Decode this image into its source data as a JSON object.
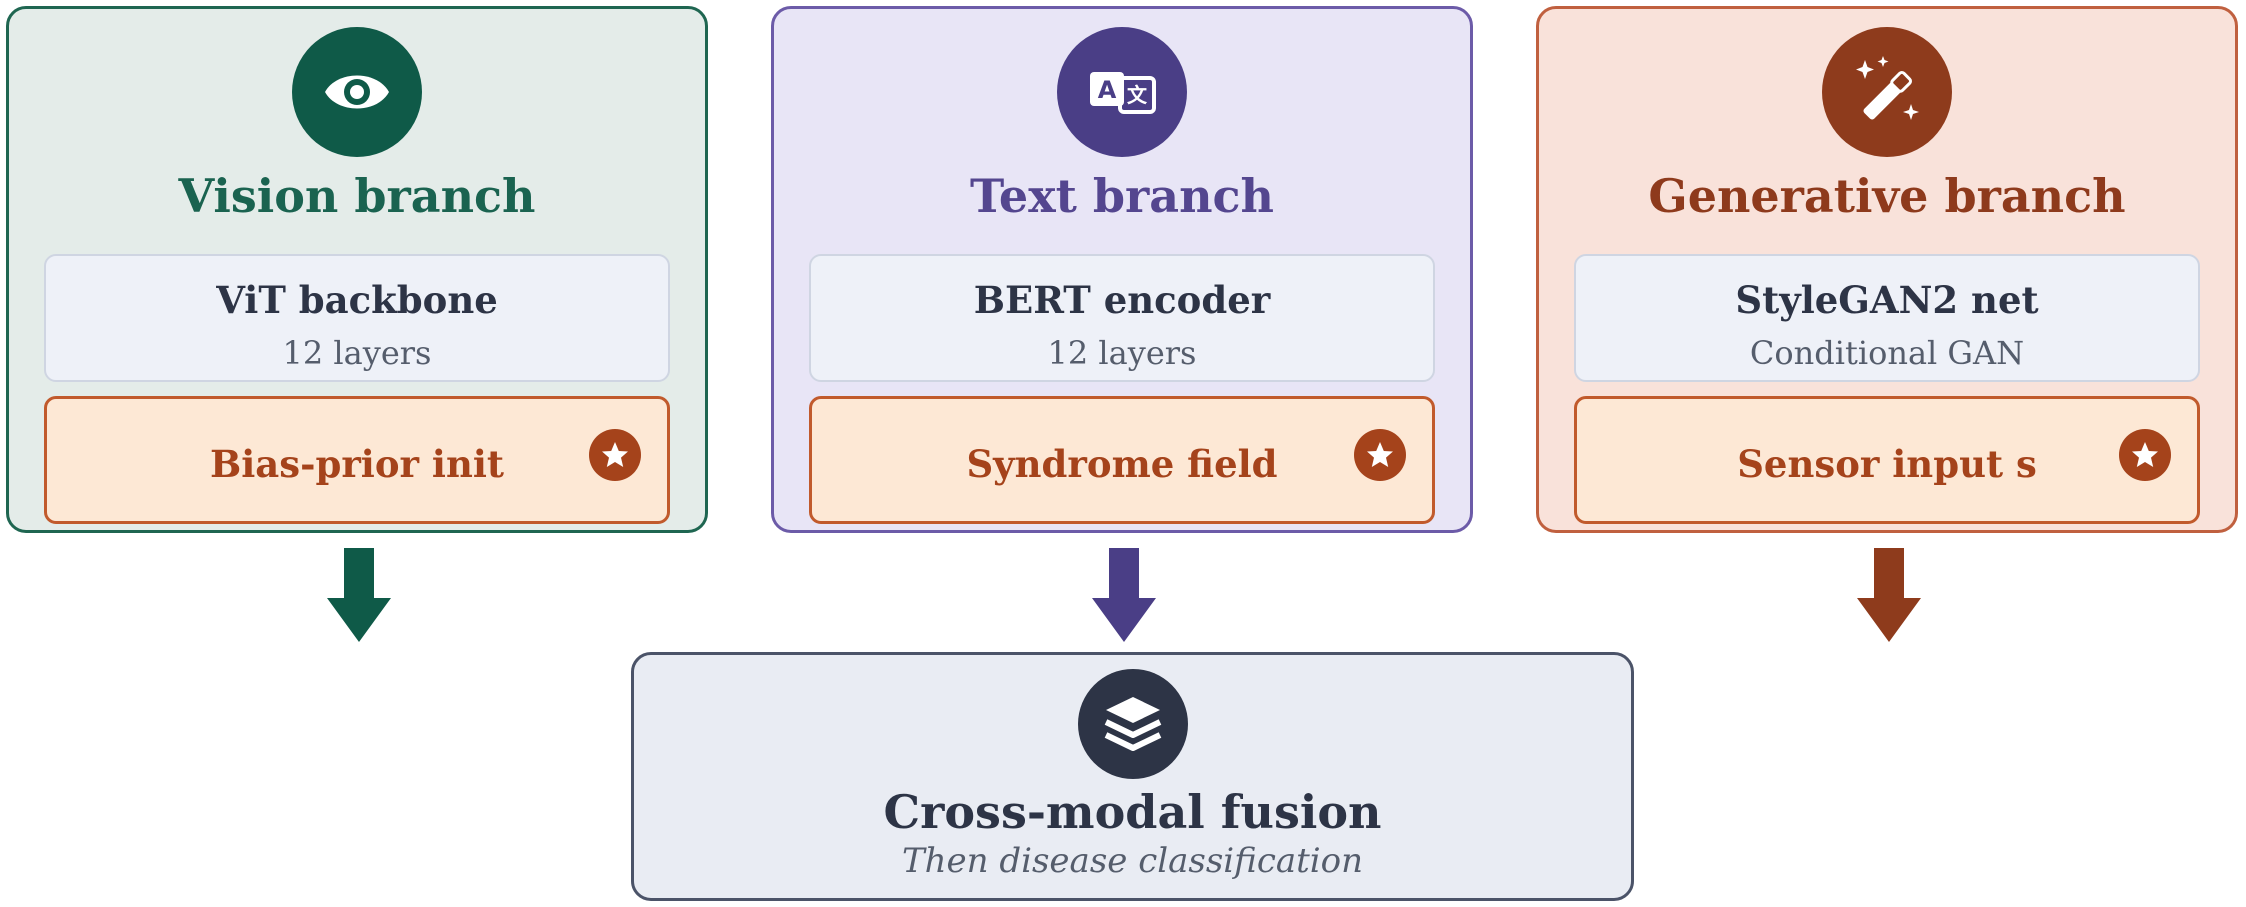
{
  "colors": {
    "vision": "#0f5a48",
    "text": "#4a3e86",
    "generative": "#8e3b1c",
    "fusion": "#2d3446",
    "param_accent": "#a5431b"
  },
  "branches": [
    {
      "icon": "eye-icon",
      "title": "Vision branch",
      "model_name": "ViT backbone",
      "model_detail": "12 layers",
      "param_label": "Bias-prior init",
      "param_icon": "star-icon"
    },
    {
      "icon": "translate-icon",
      "title": "Text branch",
      "model_name": "BERT encoder",
      "model_detail": "12 layers",
      "param_label": "Syndrome field",
      "param_icon": "star-icon"
    },
    {
      "icon": "magic-wand-icon",
      "title": "Generative branch",
      "model_name": "StyleGAN2 net",
      "model_detail": "Conditional GAN",
      "param_label": "Sensor input s",
      "param_icon": "star-icon"
    }
  ],
  "fusion": {
    "icon": "layers-icon",
    "title": "Cross-modal fusion",
    "subtitle": "Then disease classification"
  }
}
